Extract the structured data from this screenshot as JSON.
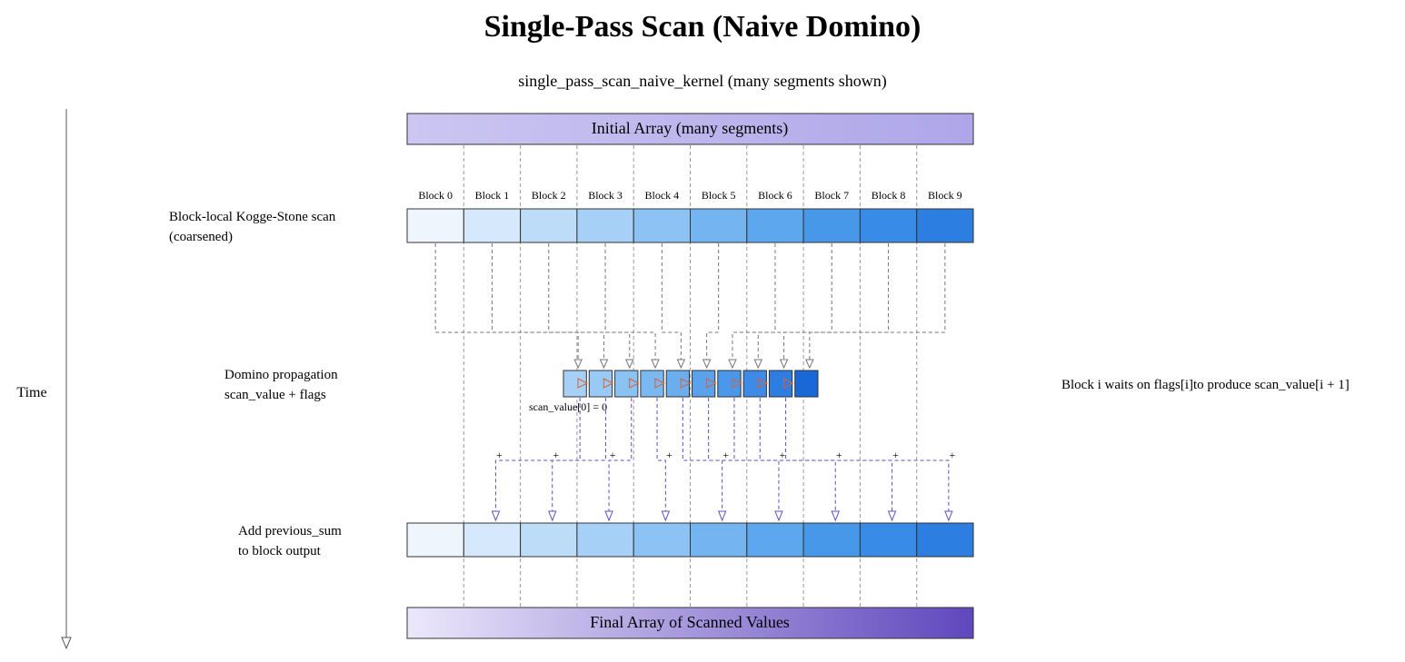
{
  "title": "Single-Pass Scan (Naive Domino)",
  "subtitle": "single_pass_scan_naive_kernel (many segments shown)",
  "time_label": "Time",
  "initial_array": {
    "label": "Initial Array (many segments)",
    "colors": [
      "#ccc6f2",
      "#aea6e8"
    ]
  },
  "blocks": [
    "Block 0",
    "Block 1",
    "Block 2",
    "Block 3",
    "Block 4",
    "Block 5",
    "Block 6",
    "Block 7",
    "Block 8",
    "Block 9"
  ],
  "stage1": {
    "label_lines": [
      "Block-local Kogge-Stone scan",
      "(coarsened)"
    ],
    "colors": [
      "#eef5fd",
      "#d6e8fb",
      "#bddcf8",
      "#a6d0f6",
      "#8cc3f4",
      "#74b4f1",
      "#5da7ee",
      "#4898ea",
      "#388be6",
      "#2c7fe1"
    ]
  },
  "stage2": {
    "label_lines": [
      "Domino propagation",
      "scan_value + flags"
    ],
    "init_note": "scan_value[0] = 0",
    "side_note": "Block i waits on flags[i]to produce scan_value[i + 1]",
    "colors": [
      "#a6d0f6",
      "#98caf5",
      "#8ac2f3",
      "#7ab8f1",
      "#6aaeee",
      "#5aa3ec",
      "#4b97e9",
      "#3d8be6",
      "#2e7ee2",
      "#1a68d8"
    ]
  },
  "plus_sign": "+",
  "stage3": {
    "label_lines": [
      "Add previous_sum",
      "to block output"
    ],
    "colors": [
      "#eef5fd",
      "#d6e8fb",
      "#bddcf8",
      "#a6d0f6",
      "#8cc3f4",
      "#74b4f1",
      "#5da7ee",
      "#4898ea",
      "#388be6",
      "#2c7fe1"
    ]
  },
  "final_array": {
    "label": "Final Array of Scanned Values",
    "colors": [
      "#ece8fb",
      "#5f47bd"
    ]
  },
  "accent_colors": {
    "domino_arrow": "#d9603b",
    "add_arrow": "#5f4fc2",
    "guide": "#999999"
  }
}
